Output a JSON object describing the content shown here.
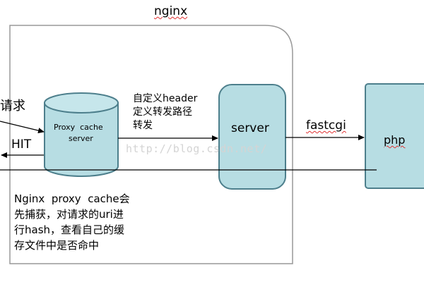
{
  "title": "nginx",
  "request_label": "请求",
  "hit_label": "HIT",
  "cache": {
    "line1": "Proxy  cache",
    "line2": "server"
  },
  "header_note": {
    "line1": "自定义header",
    "line2": "定义转发路径",
    "line3": "转发"
  },
  "server_label": "server",
  "fastcgi_label": "fastcgi",
  "php_label": "php",
  "watermark": "http://blog.csdn.net/",
  "description": {
    "line1": "Nginx  proxy  cache会",
    "line2": "先捕获，对请求的uri进",
    "line3": "行hash，查看自己的缓",
    "line4": "存文件中是否命中"
  },
  "colors": {
    "box_fill": "#b7dde3",
    "box_stroke": "#4d7f8c",
    "line": "#000000",
    "container_stroke": "#999999",
    "squiggle": "#e03030"
  }
}
